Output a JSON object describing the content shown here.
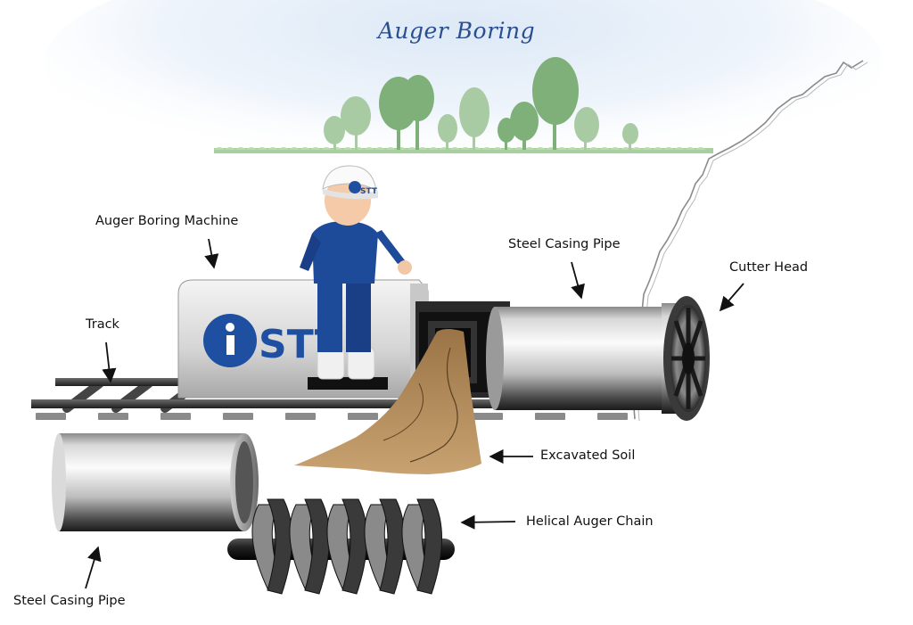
{
  "title": "Auger Boring",
  "logo_text": "iSTT",
  "helmet_text": "iSTT",
  "labels": {
    "auger_boring_machine": "Auger Boring Machine",
    "track": "Track",
    "steel_casing_pipe_top": "Steel Casing Pipe",
    "cutter_head": "Cutter Head",
    "excavated_soil": "Excavated Soil",
    "helical_auger_chain": "Helical Auger Chain",
    "steel_casing_pipe_bottom": "Steel Casing Pipe"
  },
  "colors": {
    "title": "#2a4f8f",
    "logo_blue": "#1f4fa0",
    "worker_blue": "#1e4a9a",
    "soil": "#b58b5a",
    "tree_green": "#7fb07a",
    "grass": "#9cc793",
    "steel_light": "#f2f2f2",
    "steel_dark": "#3a3a3a"
  }
}
